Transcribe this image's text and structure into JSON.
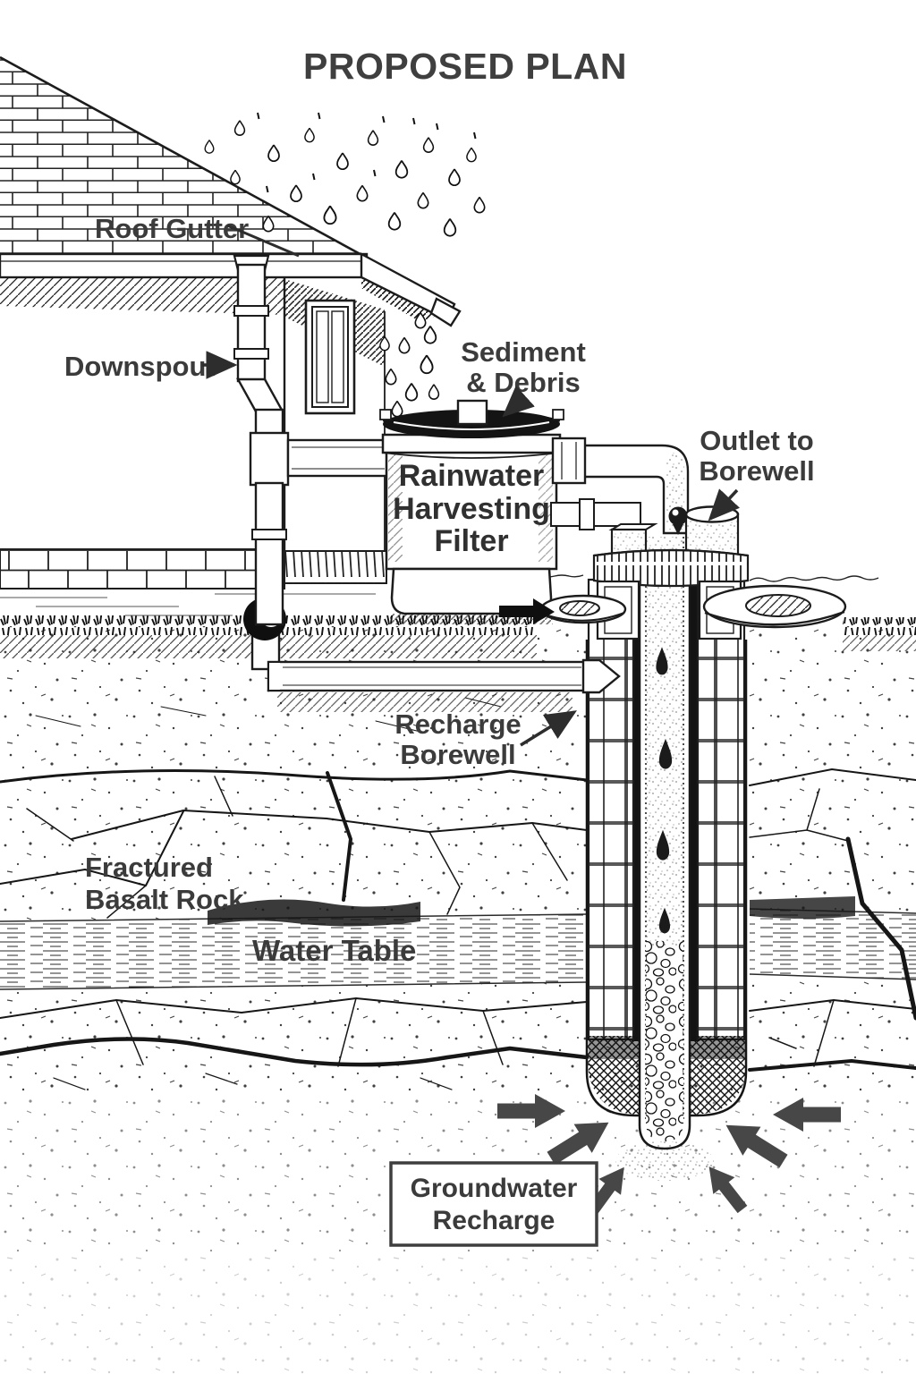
{
  "title": "PROPOSED PLAN",
  "labels": {
    "roof_gutter": "Roof Gutter",
    "downspout": "Downspout",
    "sediment_1": "Sediment",
    "sediment_2": "& Debris",
    "filter_1": "Rainwater",
    "filter_2": "Harvesting",
    "filter_3": "Filter",
    "outlet_1": "Outlet to",
    "outlet_2": "Borewell",
    "recharge_1": "Recharge",
    "recharge_2": "Borewell",
    "basalt_1": "Fractured",
    "basalt_2": "Basalt Rock",
    "water_table": "Water Table",
    "groundwater_1": "Groundwater",
    "groundwater_2": "Recharge"
  },
  "colors": {
    "ink": "#1a1a1a",
    "label_text": "#3b3b3b",
    "flow_arrow": "#474747",
    "background": "#ffffff"
  }
}
